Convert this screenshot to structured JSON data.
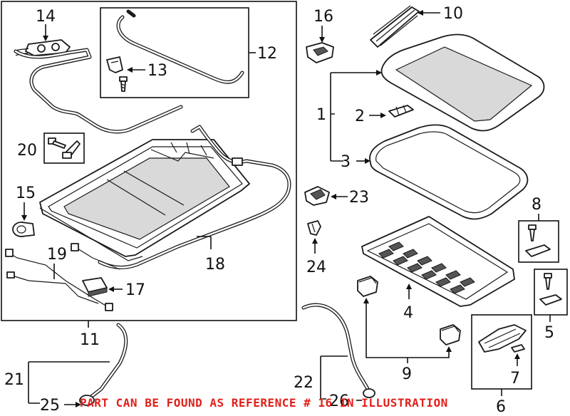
{
  "callouts": {
    "c1": "1",
    "c2": "2",
    "c3": "3",
    "c4": "4",
    "c5": "5",
    "c6": "6",
    "c7": "7",
    "c8": "8",
    "c9": "9",
    "c10": "10",
    "c11": "11",
    "c12": "12",
    "c13": "13",
    "c14": "14",
    "c15": "15",
    "c16": "16",
    "c17": "17",
    "c18": "18",
    "c19": "19",
    "c20": "20",
    "c21": "21",
    "c22": "22",
    "c23": "23",
    "c24": "24",
    "c25": "25",
    "c26": "26"
  },
  "note": "PART CAN BE FOUND AS REFERENCE # 16 IN ILLUSTRATION",
  "colors": {
    "line": "#111111",
    "note": "#e0201b"
  }
}
